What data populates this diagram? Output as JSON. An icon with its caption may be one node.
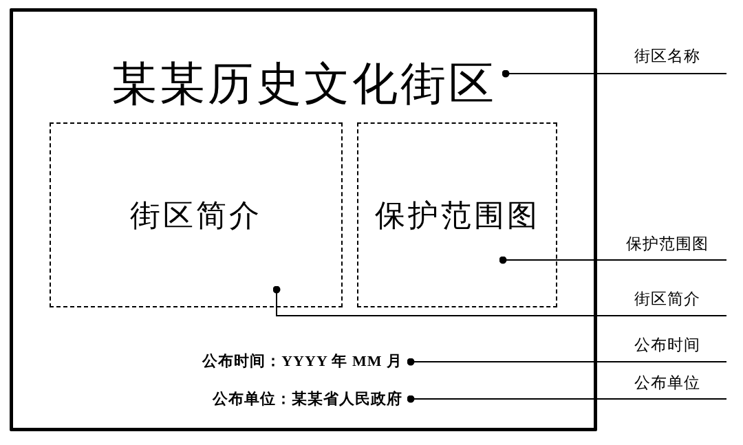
{
  "diagram": {
    "nodes": [
      {
        "text": [],
        "shape": "box"
      },
      {
        "text": [
          "某某历史文化街区"
        ],
        "in": 0
      },
      {
        "text": [
          "街区简介"
        ],
        "in": 0
      },
      {
        "text": [
          "保护范围图"
        ],
        "in": 0
      },
      {
        "text": [
          "公布时间：YYYY 年 MM 月"
        ],
        "in": 0
      },
      {
        "text": [
          "公布单位：某某省人民政府"
        ],
        "in": 0
      },
      {
        "text": [
          "街区名称"
        ]
      },
      {
        "text": [
          "保护范围图"
        ]
      },
      {
        "text": [
          "街区简介"
        ]
      },
      {
        "text": [
          "公布时间"
        ]
      },
      {
        "text": [
          "公布单位"
        ]
      }
    ],
    "edges": [
      {
        "from": 6,
        "to": 1,
        "arrow": "other"
      },
      {
        "from": 7,
        "to": 3,
        "arrow": "other"
      },
      {
        "from": 8,
        "to": 2,
        "arrow": "other"
      },
      {
        "from": 9,
        "to": 4,
        "arrow": "other"
      },
      {
        "from": 10,
        "to": 5,
        "arrow": "other"
      }
    ]
  }
}
